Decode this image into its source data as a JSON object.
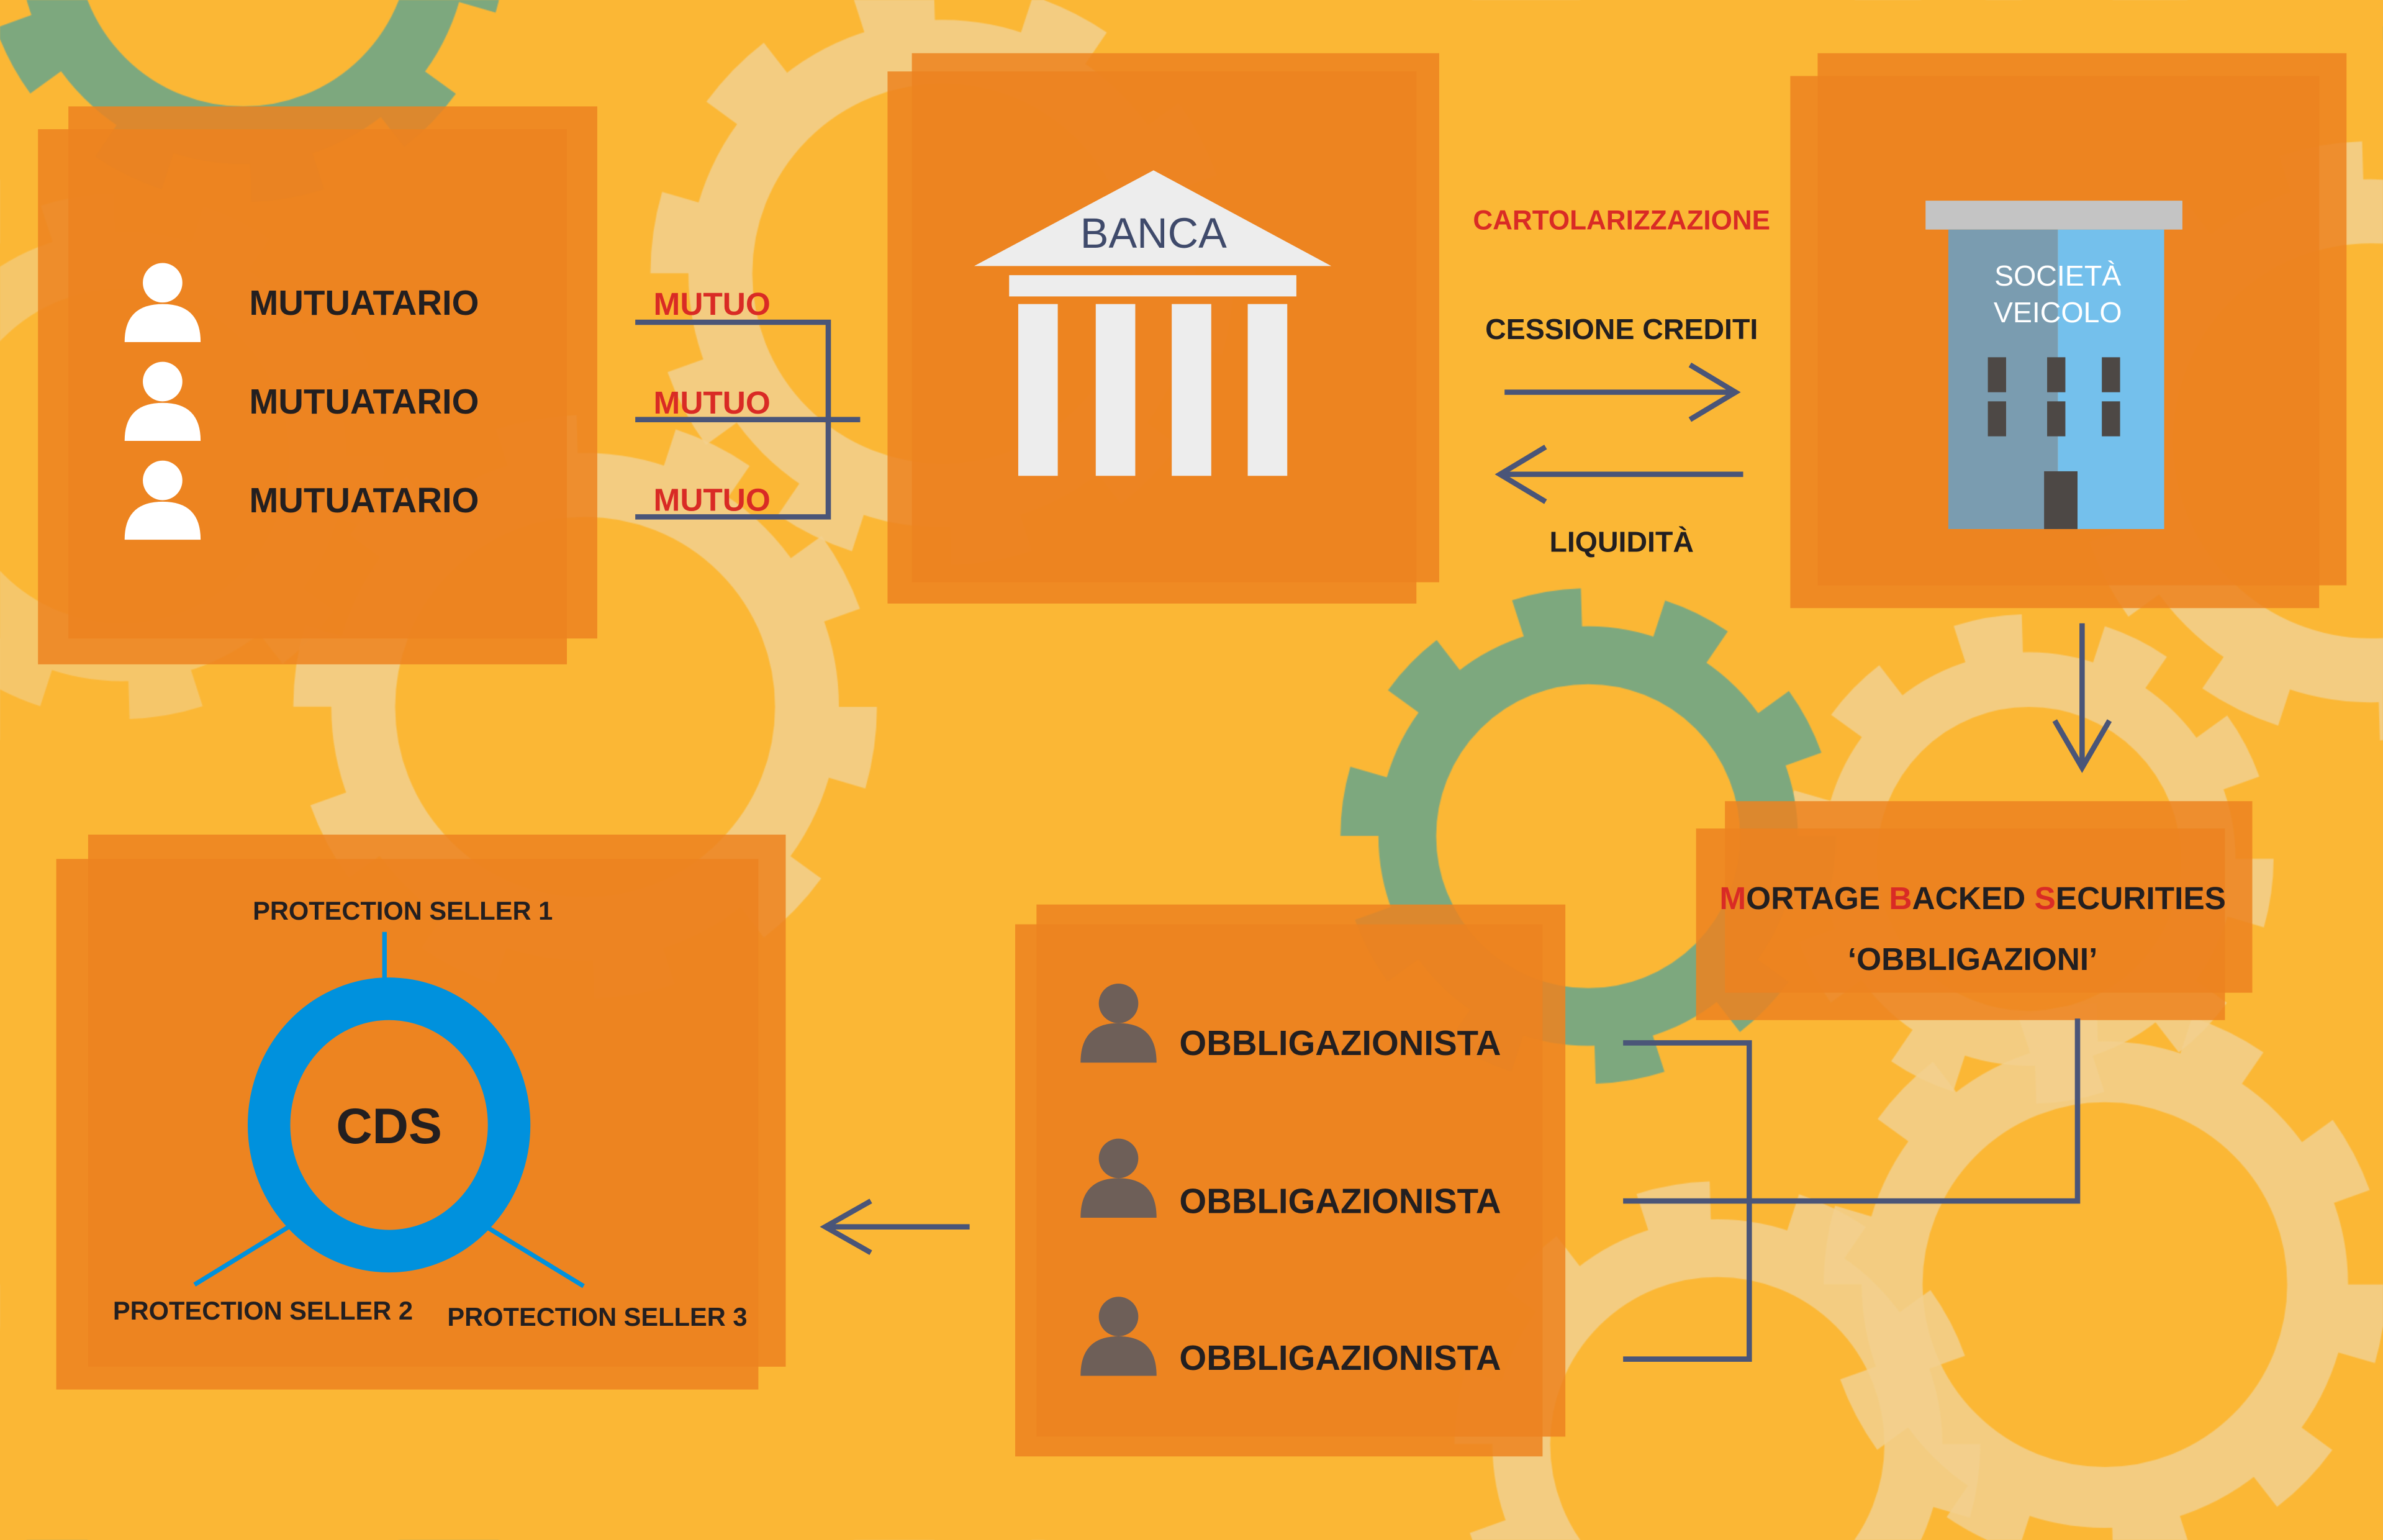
{
  "colors": {
    "background": "#FBB735",
    "box": "#EC8220",
    "gear_light": "#F2D08E",
    "gear_green": "#7DA87E",
    "arrow": "#4A5578",
    "accent_red": "#D92B25",
    "cds_ring": "#0091DD"
  },
  "borrowers": {
    "items": [
      {
        "label": "MUTUATARIO",
        "loan": "MUTUO"
      },
      {
        "label": "MUTUATARIO",
        "loan": "MUTUO"
      },
      {
        "label": "MUTUATARIO",
        "loan": "MUTUO"
      }
    ]
  },
  "bank": {
    "label": "BANCA"
  },
  "securitization": {
    "title": "CARTOLARIZZAZIONE",
    "forward_label": "CESSIONE CREDITI",
    "back_label": "LIQUIDITÀ"
  },
  "spv": {
    "line1": "SOCIETÀ",
    "line2": "VEICOLO"
  },
  "mbs": {
    "m": "M",
    "ortage": "ORTAGE ",
    "b": "B",
    "acked": "ACKED ",
    "s": "S",
    "ecurities": "ECURITIES",
    "subtitle": "‘OBBLIGAZIONI’"
  },
  "bondholders": {
    "items": [
      "OBBLIGAZIONISTA",
      "OBBLIGAZIONISTA",
      "OBBLIGAZIONISTA"
    ]
  },
  "cds": {
    "label": "CDS",
    "seller1": "PROTECTION SELLER 1",
    "seller2": "PROTECTION SELLER 2",
    "seller3": "PROTECTION SELLER 3"
  }
}
